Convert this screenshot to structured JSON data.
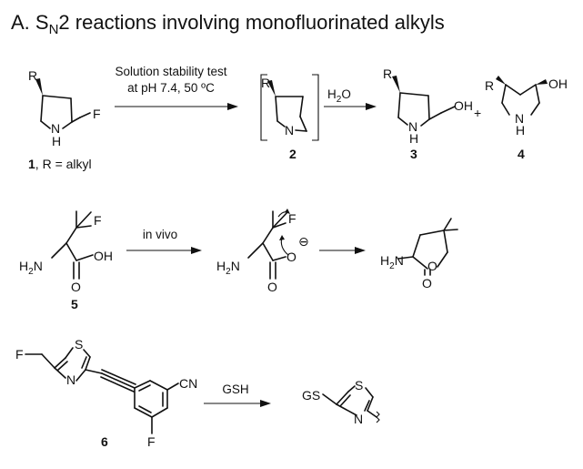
{
  "title": {
    "prefix": "A. S",
    "sub": "N",
    "suffix": "2 reactions involving monofluorinated alkyls"
  },
  "atoms": {
    "R": "R",
    "F": "F",
    "N": "N",
    "H": "H",
    "O": "O",
    "OH": "OH",
    "H2N_main": "H",
    "H2N_sub": "2",
    "H2N_tail": "N",
    "S": "S",
    "CN": "CN",
    "GS": "GS",
    "minus": "⊖"
  },
  "reaction1": {
    "condition_line1": "Solution stability test",
    "condition_line2": "at pH 7.4, 50 ºC",
    "water_main": "H",
    "water_sub": "2",
    "water_tail": "O",
    "plus": "+",
    "compound1_label_num": "1",
    "compound1_label_text": ", R = alkyl",
    "compound2_label": "2",
    "compound3_label": "3",
    "compound4_label": "4"
  },
  "reaction2": {
    "condition": "in vivo",
    "compound5_label": "5"
  },
  "reaction3": {
    "condition": "GSH",
    "compound6_label": "6"
  }
}
